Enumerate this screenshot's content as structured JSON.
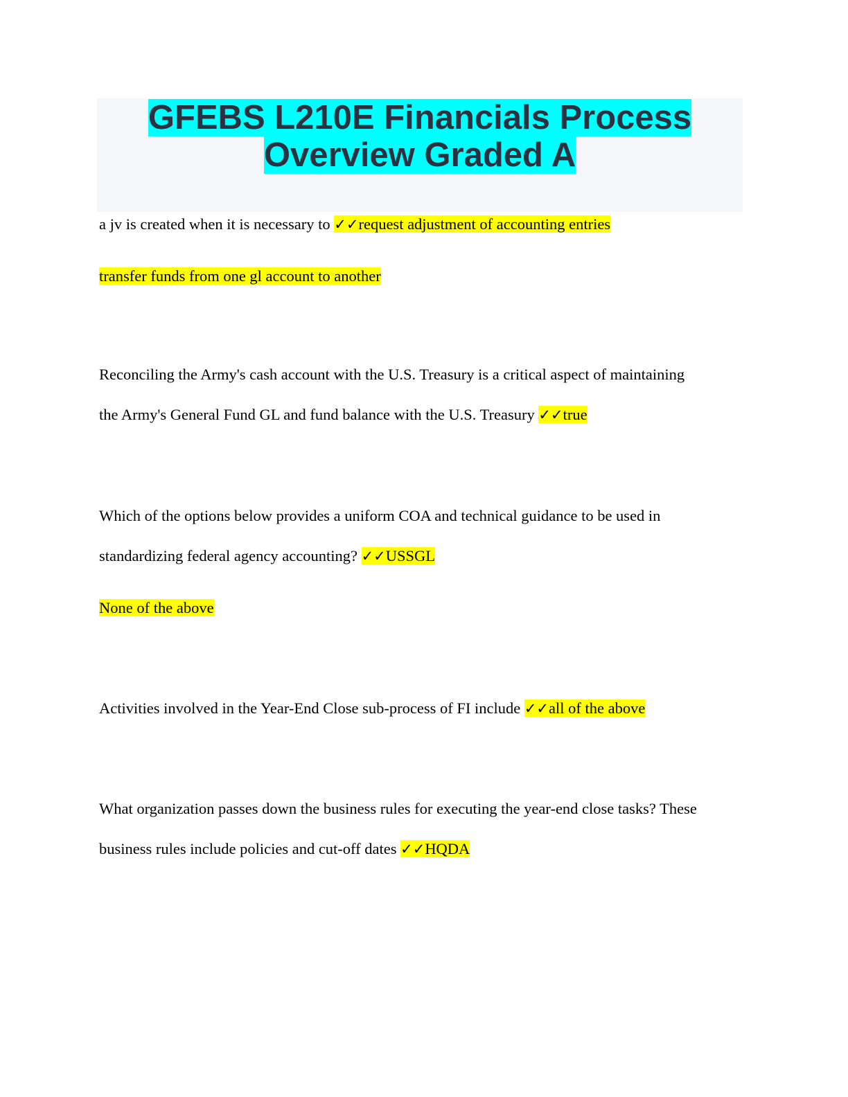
{
  "document": {
    "title_line1": "GFEBS L210E Financials Process",
    "title_line2": "Overview Graded A",
    "check_mark": "✓✓",
    "highlight_color": "#ffff00",
    "title_highlight_color": "#00ffff",
    "qa": [
      {
        "question_lines": [
          "a jv is created when it is necessary to "
        ],
        "answer": "request adjustment of accounting entries",
        "extra_options": [
          "transfer funds from one gl account to another"
        ]
      },
      {
        "question_lines": [
          "Reconciling the Army's cash account with the U.S. Treasury is a critical aspect of maintaining",
          "the Army's General Fund GL and fund balance with the U.S. Treasury "
        ],
        "answer": "true",
        "extra_options": []
      },
      {
        "question_lines": [
          "Which of the options below provides a uniform COA and technical guidance to be used in",
          "standardizing federal agency accounting? "
        ],
        "answer": "USSGL",
        "extra_options": [
          "None of the above"
        ]
      },
      {
        "question_lines": [
          "Activities involved in the Year-End Close sub-process of FI include "
        ],
        "answer": "all of the above",
        "extra_options": []
      },
      {
        "question_lines": [
          "What organization passes down the business rules for executing the year-end close tasks? These",
          "business rules include policies and cut-off dates "
        ],
        "answer": "HQDA",
        "extra_options": []
      }
    ]
  }
}
